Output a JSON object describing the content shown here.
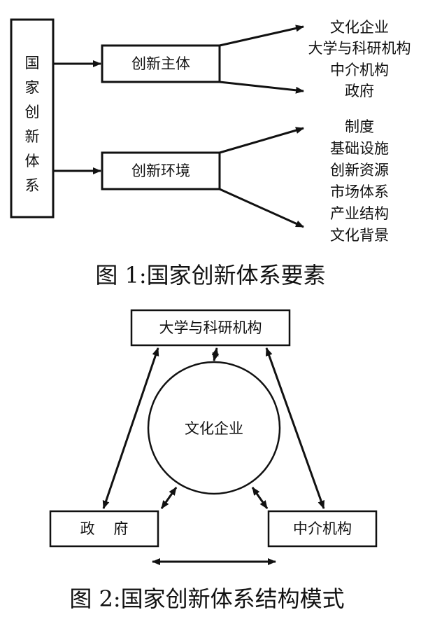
{
  "figure1": {
    "root_label": "国家创新体系",
    "subject_box": "创新主体",
    "environment_box": "创新环境",
    "subject_items": [
      "文化企业",
      "大学与科研机构",
      "中介机构",
      "政府"
    ],
    "environment_items": [
      "制度",
      "基础设施",
      "创新资源",
      "市场体系",
      "产业结构",
      "文化背景"
    ],
    "caption": "图 1:国家创新体系要素"
  },
  "figure2": {
    "top_box": "大学与科研机构",
    "center_circle": "文化企业",
    "left_box": "政    府",
    "right_box": "中介机构",
    "caption": "图 2:国家创新体系结构模式"
  }
}
